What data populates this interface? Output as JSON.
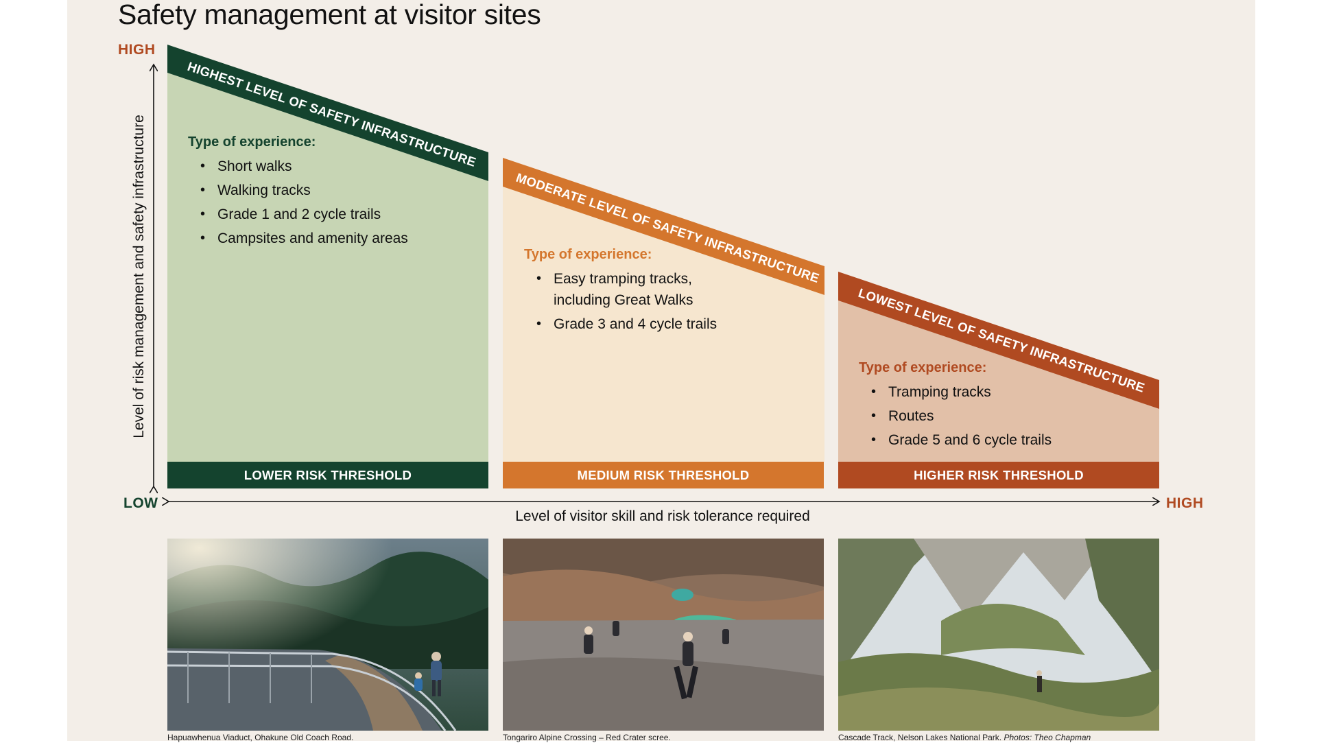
{
  "title": "Safety management at visitor sites",
  "axes": {
    "y_high": "HIGH",
    "y_low": "LOW",
    "x_high": "HIGH",
    "y_label": "Level of risk management and safety infrastructure",
    "x_label": "Level of visitor skill and risk tolerance required"
  },
  "columns": [
    {
      "band_label": "HIGHEST LEVEL OF SAFETY INFRASTRUCTURE",
      "experience_title": "Type of experience:",
      "items": [
        "Short walks",
        "Walking tracks",
        "Grade 1 and 2 cycle trails",
        "Campsites and amenity areas"
      ],
      "threshold": "LOWER RISK THRESHOLD",
      "caption": "Hapuawhenua Viaduct, Ohakune Old Coach Road.",
      "colors": {
        "band": "#14432e",
        "fill": "#c7d5b4",
        "text": "#14432e"
      }
    },
    {
      "band_label": "MODERATE LEVEL OF SAFETY INFRASTRUCTURE",
      "experience_title": "Type of experience:",
      "items": [
        "Easy tramping tracks,",
        "including Great Walks",
        "Grade 3 and 4 cycle trails"
      ],
      "threshold": "MEDIUM RISK THRESHOLD",
      "caption": "Tongariro Alpine Crossing – Red Crater scree.",
      "colors": {
        "band": "#d4762d",
        "fill": "#f6e6cf",
        "text": "#d4762d"
      }
    },
    {
      "band_label": "LOWEST LEVEL OF SAFETY INFRASTRUCTURE",
      "experience_title": "Type of experience:",
      "items": [
        "Tramping tracks",
        "Routes",
        "Grade 5 and 6 cycle trails"
      ],
      "threshold": "HIGHER RISK THRESHOLD",
      "caption": "Cascade Track, Nelson Lakes National Park.",
      "credit": "Photos: Theo Chapman",
      "colors": {
        "band": "#b04a21",
        "fill": "#e2c0a8",
        "text": "#b04a21"
      }
    }
  ],
  "colors": {
    "panel": "#f3eee8",
    "high_word": "#b04a21",
    "low_word": "#14432e"
  }
}
